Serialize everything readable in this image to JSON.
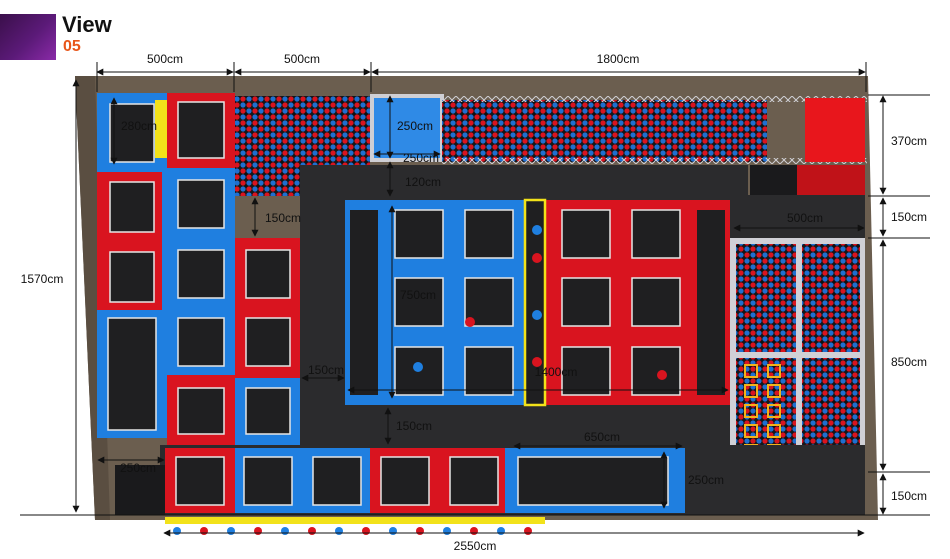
{
  "header": {
    "title": "View",
    "number": "05"
  },
  "dimensions": {
    "top_left": "500cm",
    "top_mid": "500cm",
    "top_right": "1800cm",
    "left_height": "1570cm",
    "area_a_height": "280cm",
    "ball_pit_width": "250cm",
    "ball_pit_height": "250cm",
    "gap_120": "120cm",
    "gap_150_top": "150cm",
    "center_height": "750cm",
    "center_left_gap": "150cm",
    "center_width": "1400cm",
    "center_bottom_gap": "150cm",
    "bottom_left_width": "250cm",
    "bottom_long_width": "650cm",
    "bottom_long_height": "250cm",
    "bottom_total": "2550cm",
    "right_top_height": "370cm",
    "right_gap_top": "150cm",
    "right_block_width": "500cm",
    "right_block_height": "850cm",
    "right_gap_bottom": "150cm"
  },
  "colors": {
    "red": "#d9141f",
    "blue": "#1f7fe0",
    "yellow": "#f2e21a",
    "dark": "#2b2b2d",
    "mat": "#1f1f21",
    "floor": "#6b5e4f"
  }
}
